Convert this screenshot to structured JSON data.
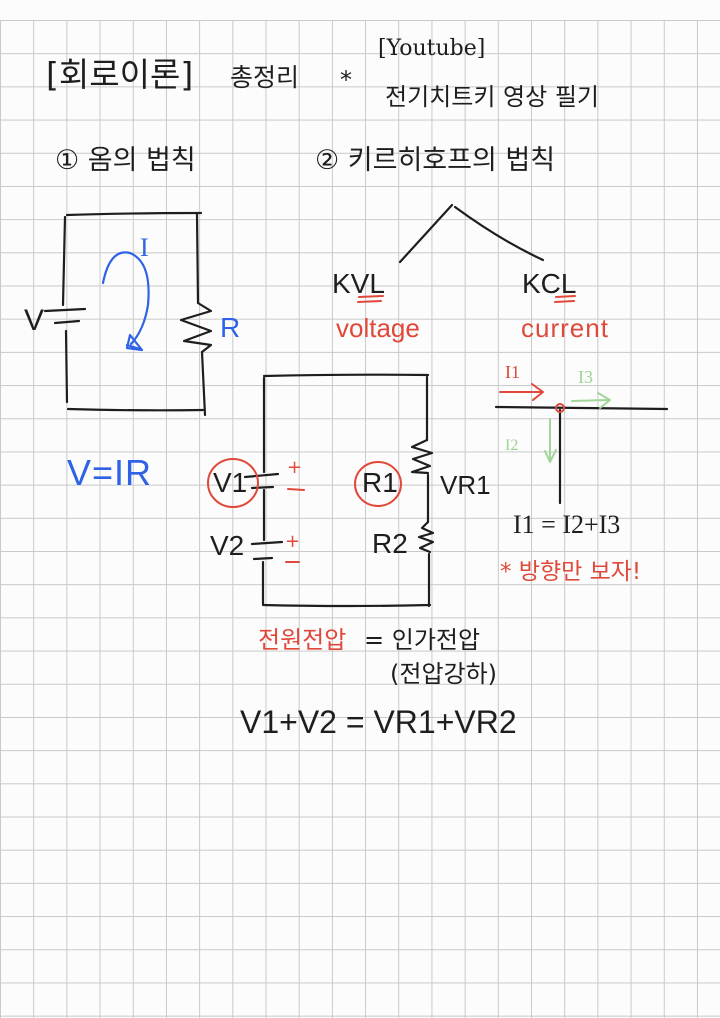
{
  "title": {
    "topic": "[회로이론]",
    "summary": "총정리",
    "star": "*",
    "source": "[Youtube]",
    "source_desc": "전기치트키 영상 필기"
  },
  "section1": {
    "heading": "① 옴의 법칙",
    "circuit": {
      "source_label": "V",
      "current_label": "I",
      "resistor_label": "R"
    },
    "formula": "V=IR"
  },
  "section2": {
    "heading": "② 키르히호프의 법칙",
    "branches": [
      {
        "abbr": "KVL",
        "meaning": "voltage"
      },
      {
        "abbr": "KCL",
        "meaning": "current"
      }
    ],
    "kvl_circuit": {
      "source1": "V1",
      "source2": "V2",
      "polarity_plus": "+",
      "polarity_minus": "−",
      "resistor1": "R1",
      "resistor2": "R2",
      "resistor1_voltage": "VR1"
    },
    "kvl_note_red": "전원전압",
    "kvl_note_eq": "= 인가전압",
    "kvl_note_paren": "(전압강하)",
    "kvl_equation": "V1+V2 = VR1+VR2",
    "kcl_node": {
      "current_in": "I1",
      "current_out_right": "I3",
      "current_out_down": "I2"
    },
    "kcl_equation": "I1 = I2+I3",
    "kcl_note": "* 방향만 보자!"
  },
  "colors": {
    "ink": "#1e1e1e",
    "red": "#e0483a",
    "blue": "#2f62e6",
    "green": "#9fd396",
    "grid": "#c9c9c9",
    "paper": "#fcfcfc"
  }
}
